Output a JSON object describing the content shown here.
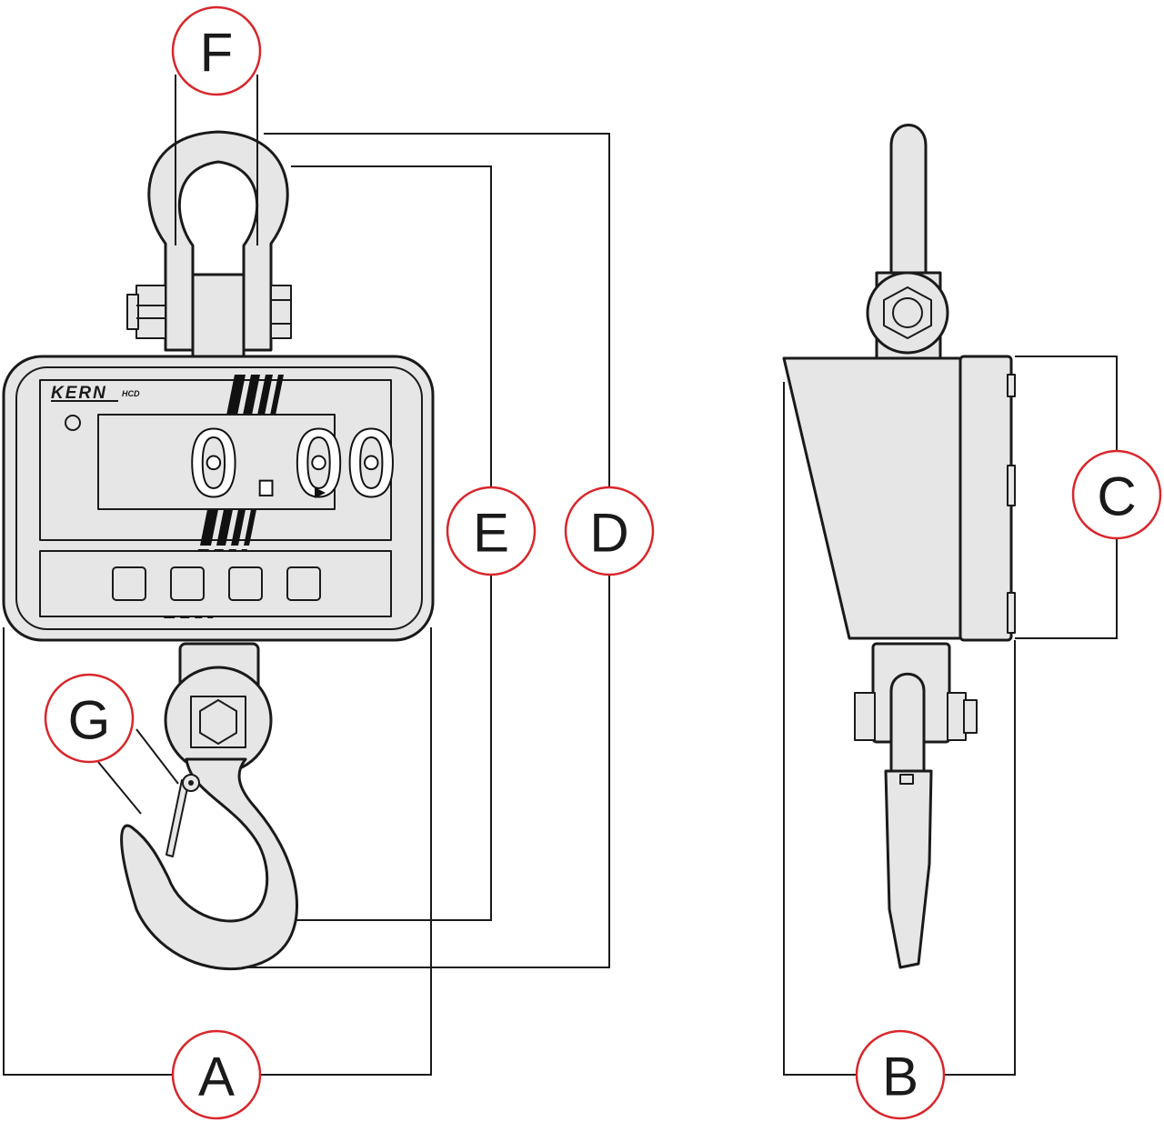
{
  "colors": {
    "callout_ring": "#d9262b",
    "device_fill": "#e6e6e6",
    "outline": "#1a1a1a"
  },
  "device": {
    "brand": "KERN",
    "model": "HCD",
    "display_value": "0.00"
  },
  "callouts": {
    "A": "A",
    "B": "B",
    "C": "C",
    "D": "D",
    "E": "E",
    "F": "F",
    "G": "G"
  }
}
